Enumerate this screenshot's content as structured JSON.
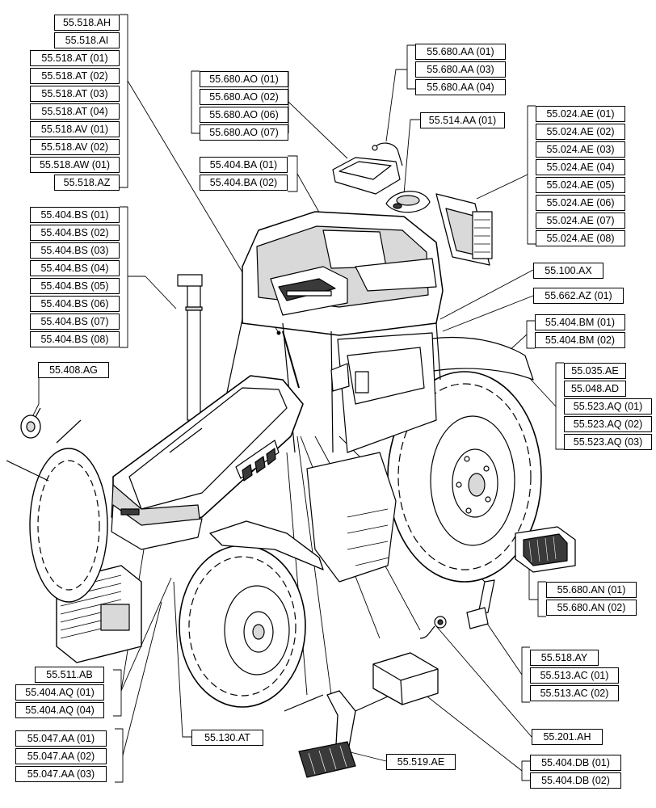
{
  "callouts": [
    {
      "id": "g1",
      "labels": [
        "55.518.AH",
        "55.518.AI",
        "55.518.AT (01)",
        "55.518.AT (02)",
        "55.518.AT (03)",
        "55.518.AT (04)",
        "55.518.AV (01)",
        "55.518.AV (02)",
        "55.518.AW (01)",
        "55.518.AZ"
      ]
    },
    {
      "id": "g2",
      "labels": [
        "55.680.AA (01)",
        "55.680.AA (03)",
        "55.680.AA (04)"
      ]
    },
    {
      "id": "g3",
      "labels": [
        "55.680.AO (01)",
        "55.680.AO (02)",
        "55.680.AO (06)",
        "55.680.AO (07)"
      ]
    },
    {
      "id": "g4",
      "labels": [
        "55.514.AA (01)"
      ]
    },
    {
      "id": "g5",
      "labels": [
        "55.024.AE (01)",
        "55.024.AE (02)",
        "55.024.AE (03)",
        "55.024.AE (04)",
        "55.024.AE (05)",
        "55.024.AE (06)",
        "55.024.AE (07)",
        "55.024.AE (08)"
      ]
    },
    {
      "id": "g6",
      "labels": [
        "55.404.BA (01)",
        "55.404.BA (02)"
      ]
    },
    {
      "id": "g7",
      "labels": [
        "55.404.BS (01)",
        "55.404.BS (02)",
        "55.404.BS (03)",
        "55.404.BS (04)",
        "55.404.BS (05)",
        "55.404.BS (06)",
        "55.404.BS (07)",
        "55.404.BS (08)"
      ]
    },
    {
      "id": "g8",
      "labels": [
        "55.100.AX"
      ]
    },
    {
      "id": "g9",
      "labels": [
        "55.662.AZ (01)"
      ]
    },
    {
      "id": "g10",
      "labels": [
        "55.404.BM (01)",
        "55.404.BM (02)"
      ]
    },
    {
      "id": "g11",
      "labels": [
        "55.408.AG"
      ]
    },
    {
      "id": "g12",
      "labels": [
        "55.035.AE",
        "55.048.AD",
        "55.523.AQ (01)",
        "55.523.AQ (02)",
        "55.523.AQ (03)"
      ]
    },
    {
      "id": "g13",
      "labels": [
        "55.680.AN (01)",
        "55.680.AN (02)"
      ]
    },
    {
      "id": "g14",
      "labels": [
        "55.518.AY",
        "55.513.AC (01)",
        "55.513.AC (02)"
      ]
    },
    {
      "id": "g15",
      "labels": [
        "55.511.AB",
        "55.404.AQ (01)",
        "55.404.AQ (04)"
      ]
    },
    {
      "id": "g16",
      "labels": [
        "55.201.AH"
      ]
    },
    {
      "id": "g17",
      "labels": [
        "55.047.AA (01)",
        "55.047.AA (02)",
        "55.047.AA (03)"
      ]
    },
    {
      "id": "g18",
      "labels": [
        "55.130.AT"
      ]
    },
    {
      "id": "g19",
      "labels": [
        "55.519.AE"
      ]
    },
    {
      "id": "g20",
      "labels": [
        "55.404.DB (01)",
        "55.404.DB (02)"
      ]
    }
  ],
  "colors": {
    "line": "#000000",
    "fill": "#ffffff",
    "shade": "#d9d9d9",
    "dark": "#3a3a3a"
  }
}
